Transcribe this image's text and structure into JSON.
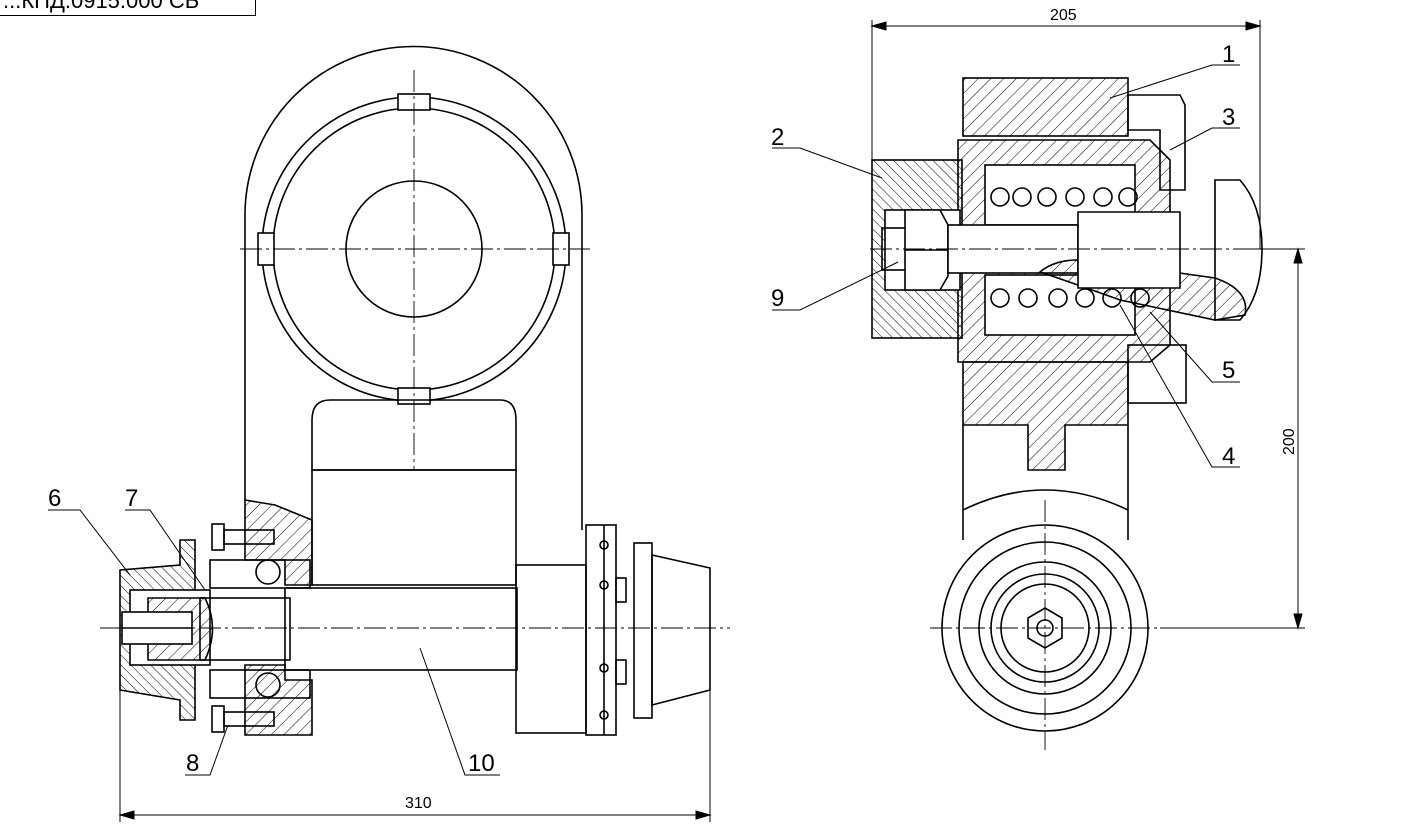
{
  "title_block": {
    "text": "...КПД.0915.000 СБ"
  },
  "callouts": [
    "1",
    "2",
    "3",
    "4",
    "5",
    "6",
    "7",
    "8",
    "9",
    "10"
  ],
  "dimensions": {
    "overall_length": "310",
    "width_side": "205",
    "height_side": "200"
  }
}
